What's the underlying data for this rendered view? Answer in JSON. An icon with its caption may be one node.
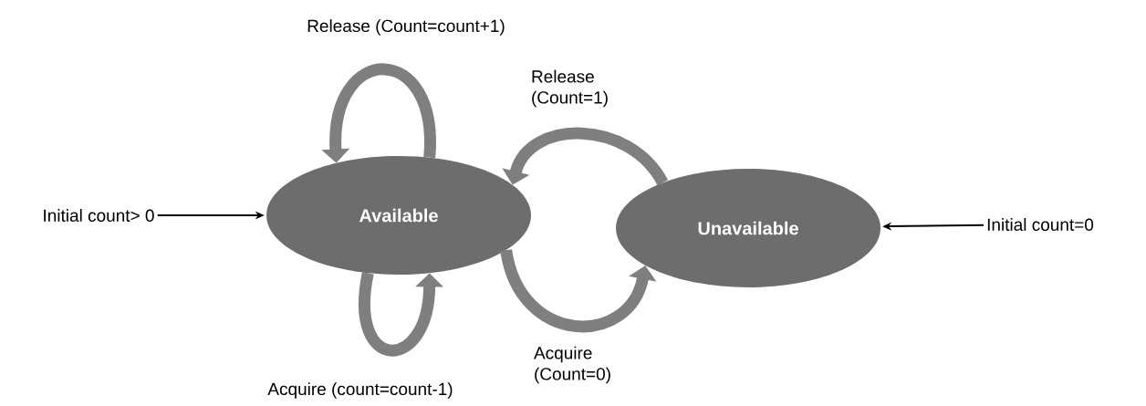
{
  "diagram": {
    "nodes": [
      {
        "text": [
          "Available"
        ]
      },
      {
        "text": [
          "Unavailable"
        ]
      },
      {
        "text": [
          "Initial count> 0"
        ]
      },
      {
        "text": [
          "Initial count=0"
        ]
      }
    ],
    "edges": [
      {
        "from": 2,
        "to": 0,
        "arrow": "to",
        "color": "#000000"
      },
      {
        "from": 3,
        "to": 1,
        "arrow": "to",
        "color": "#000000"
      },
      {
        "from": 0,
        "to": 0,
        "arrow": "to",
        "label": "Release (Count=count+1)"
      },
      {
        "from": 0,
        "to": 0,
        "arrow": "to",
        "label": "Acquire (count=count-1)"
      },
      {
        "from": 1,
        "to": 0,
        "arrow": "to",
        "label": "Release (Count=1)"
      },
      {
        "from": 0,
        "to": 1,
        "arrow": "to",
        "label": "Acquire (Count=0)"
      }
    ]
  }
}
